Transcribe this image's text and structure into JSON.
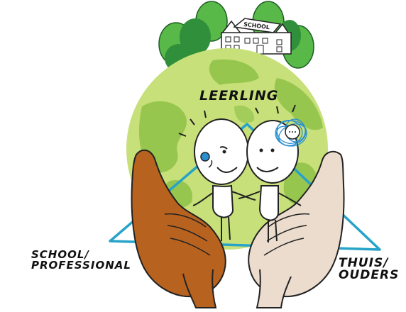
{
  "labels": {
    "top": "LEERLING",
    "left_line1": "SCHOOL/",
    "left_line2": "PROFESSIONAL",
    "right_line1": "THUIS/",
    "right_line2": "OUDERS",
    "building_sign": "SCHOOL"
  },
  "colors": {
    "globe_light": "#c7e07a",
    "globe_dark": "#7fb641",
    "tree_dark": "#2f8f3a",
    "tree_light": "#58b848",
    "triangle": "#27a3c9",
    "hand_left": "#b8621f",
    "hand_right": "#ecdccd",
    "eye_blue": "#2a8fd0"
  }
}
